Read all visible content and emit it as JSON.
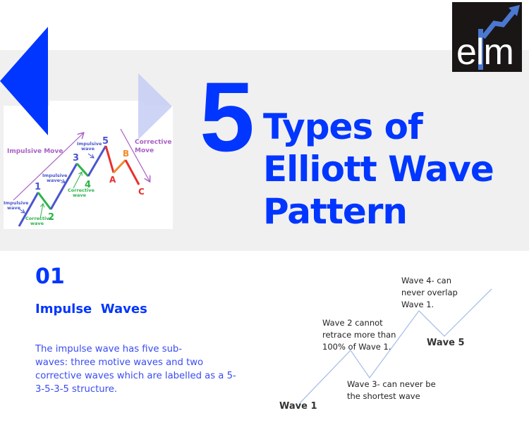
{
  "header": {
    "big_number": "5",
    "title_lines": [
      "Types of",
      "Elliott Wave",
      "Pattern"
    ],
    "accent_color": "#0036ff",
    "band_color": "#f0f0f0"
  },
  "logo": {
    "text": "elm",
    "background": "#1a1616",
    "bar_color": "#4a78d0"
  },
  "preview_diagram": {
    "left_arrow_color": "#0036ff",
    "right_arrow_color": "#c8d0f7",
    "labels": {
      "impulsive_move": "Impulsive Move",
      "corrective_move_1": "Corrective",
      "corrective_move_2": "Move",
      "impulsive_wave_1": "Impulsive",
      "impulsive_wave_2": "wave",
      "corrective_wave_1": "Corrective",
      "corrective_wave_2": "wave",
      "n1": "1",
      "n2": "2",
      "n3": "3",
      "n4": "4",
      "n5": "5",
      "a": "A",
      "b": "B",
      "c": "C"
    }
  },
  "section": {
    "number": "01",
    "title": "Impulse  Waves",
    "body_lines": [
      "The impulse wave has five sub-",
      "waves: three motive waves and two",
      "corrective waves which are labelled as a 5-",
      "3-5-3-5 structure."
    ]
  },
  "rules_diagram": {
    "wave1": "Wave 1",
    "wave5": "Wave 5",
    "wave2_rule": [
      "Wave 2 cannot",
      "retrace more than",
      "100% of Wave 1."
    ],
    "wave3_rule": [
      "Wave 3- can never be",
      "the shortest wave"
    ],
    "wave4_rule": [
      "Wave 4- can",
      "never overlap",
      "Wave 1."
    ],
    "line_color": "#a9c0e8"
  }
}
